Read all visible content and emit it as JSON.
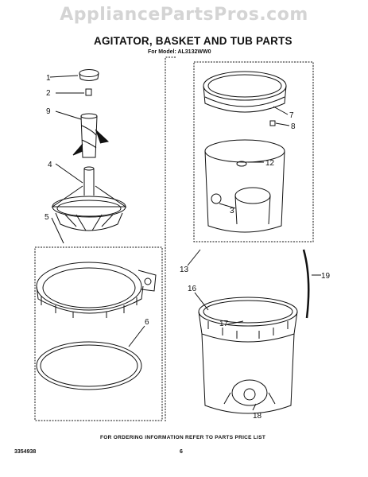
{
  "watermark": "AppliancePartsPros.com",
  "title": "AGITATOR, BASKET AND TUB PARTS",
  "subtitle": "For Model: AL3132WW0",
  "callouts": [
    "1",
    "2",
    "9",
    "4",
    "5",
    "6",
    "7",
    "8",
    "12",
    "3",
    "13",
    "16",
    "19",
    "17",
    "18"
  ],
  "footer_note": "FOR ORDERING INFORMATION REFER TO PARTS PRICE LIST",
  "doc_number": "3354938",
  "page_number": "6"
}
